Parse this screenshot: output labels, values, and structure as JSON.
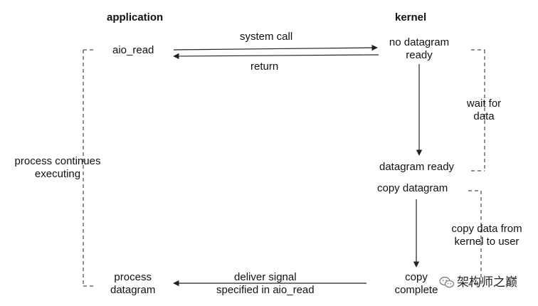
{
  "headers": {
    "application": "application",
    "kernel": "kernel"
  },
  "application": {
    "aio_read": "aio_read",
    "process_line1": "process",
    "process_line2": "datagram",
    "continues_line1": "process continues",
    "continues_line2": "executing"
  },
  "messages": {
    "system_call": "system call",
    "return": "return",
    "deliver_line1": "deliver signal",
    "deliver_line2": "specified in aio_read"
  },
  "kernel": {
    "no_datagram_line1": "no datagram",
    "no_datagram_line2": "ready",
    "wait_line1": "wait for",
    "wait_line2": "data",
    "datagram_ready": "datagram ready",
    "copy_datagram": "copy datagram",
    "copy_data_line1": "copy data from",
    "copy_data_line2": "kernel to user",
    "copy_line1": "copy",
    "copy_line2": "complete"
  },
  "watermark": {
    "text": "架构师之巅",
    "icon": "wechat-icon"
  },
  "colors": {
    "line": "#222222",
    "text": "#111111"
  }
}
